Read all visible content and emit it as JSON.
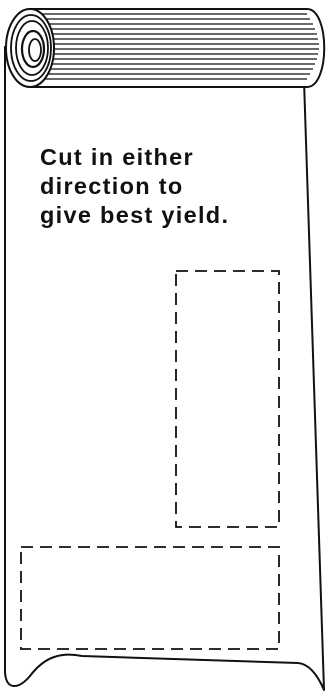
{
  "caption": {
    "lines": [
      "Cut in either",
      "direction to",
      "give best yield."
    ]
  },
  "colors": {
    "ink": "#111111",
    "paper": "#ffffff"
  },
  "icons": {
    "roll": "material-roll-icon",
    "vertical_piece": "dashed-cut-rectangle-vertical",
    "horizontal_piece": "dashed-cut-rectangle-horizontal"
  }
}
